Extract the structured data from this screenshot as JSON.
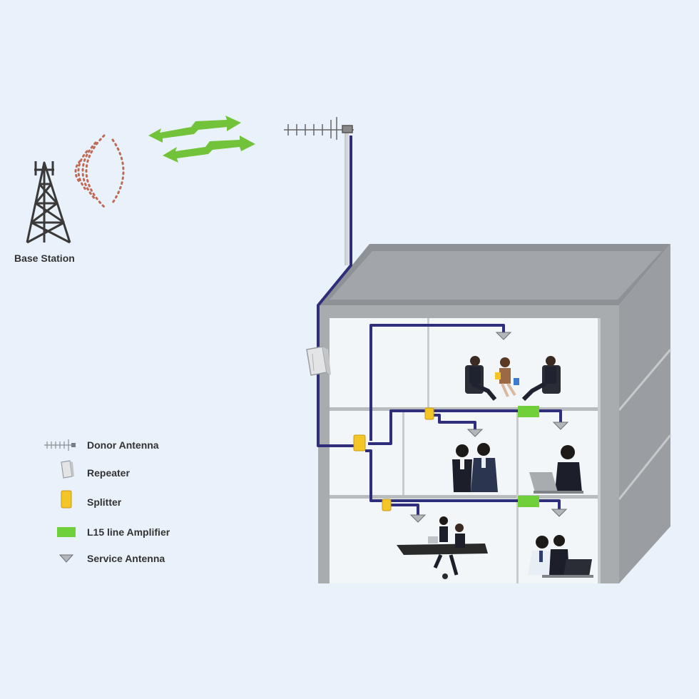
{
  "labels": {
    "base_station": "Base Station"
  },
  "legend": [
    {
      "icon": "donor-antenna-icon",
      "label": "Donor Antenna"
    },
    {
      "icon": "repeater-icon",
      "label": "Repeater"
    },
    {
      "icon": "splitter-icon",
      "label": "Splitter"
    },
    {
      "icon": "line-amplifier-icon",
      "label": "L15 line Amplifier"
    },
    {
      "icon": "service-antenna-icon",
      "label": "Service Antenna"
    }
  ],
  "colors": {
    "background": "#e9f2fb",
    "cable": "#2e2e7a",
    "signal_arrow": "#72c23a",
    "splitter": "#f3c526",
    "amplifier": "#6fd03c",
    "building_front": "#a9acaf",
    "building_roof": "#8e9296",
    "building_side": "#9a9ea2",
    "interior": "#f3f6f9",
    "wave_dots": "#c06a55"
  }
}
